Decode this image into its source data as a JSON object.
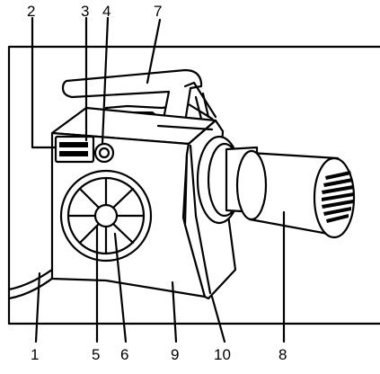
{
  "diagram": {
    "labels_top": [
      "2",
      "3",
      "4",
      "7"
    ],
    "labels_bottom": [
      "1",
      "5",
      "6",
      "9",
      "10",
      "8"
    ]
  }
}
